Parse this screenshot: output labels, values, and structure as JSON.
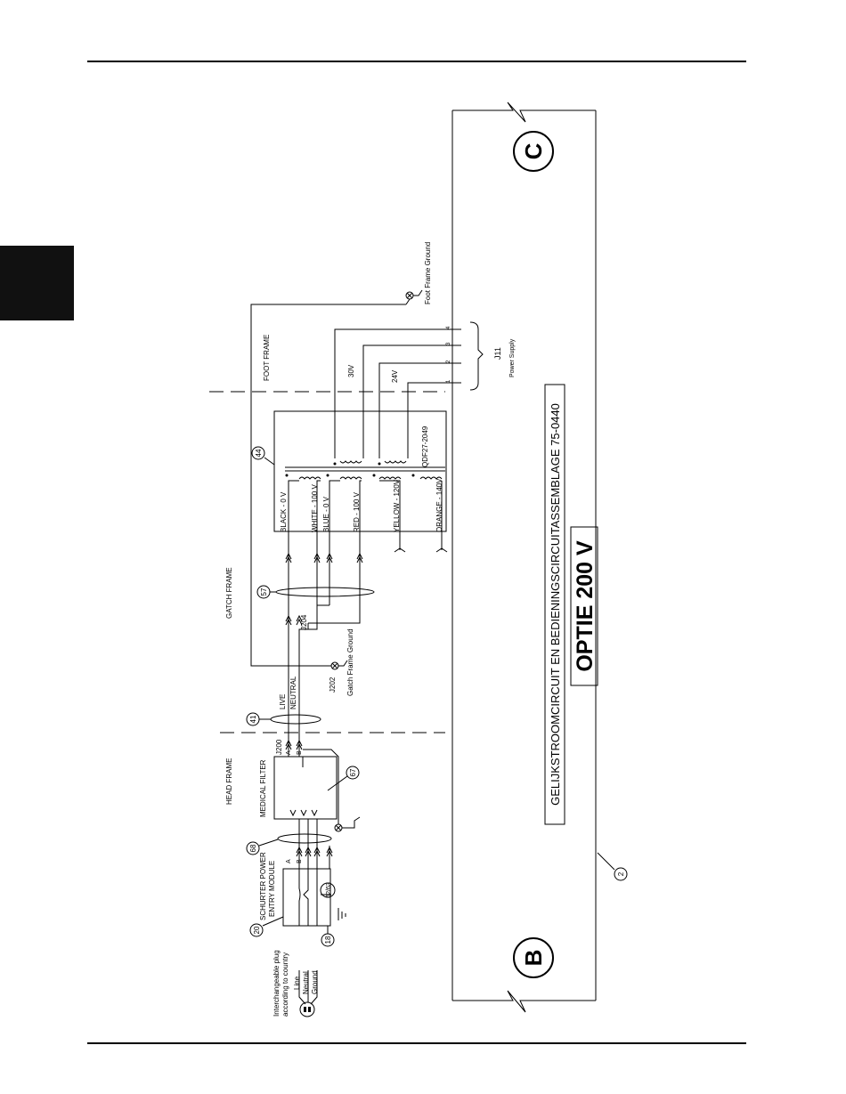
{
  "sheet": {
    "side_tab_color": "#111111"
  },
  "diagram": {
    "title_main": "OPTIE 200 V",
    "title_sub": "GELIJKSTROOMCIRCUIT EN BEDIENINGSCIRCUITASSEMBLAGE 75-0440",
    "connector_b": "B",
    "connector_c": "C",
    "frames": {
      "head": "HEAD FRAME",
      "gatch": "GATCH FRAME",
      "foot": "FOOT FRAME"
    },
    "modules": {
      "medical_filter": "MEDICAL FILTER",
      "schurter_line1": "SCHURTER POWER",
      "schurter_line2": "ENTRY MODULE",
      "transformer": "QDF27-2049"
    },
    "plug": {
      "line1": "Interchangeable plug",
      "line2": "according to country",
      "line": "Line",
      "neutral": "Neutral",
      "ground": "Ground"
    },
    "connectors": {
      "j200": "J200",
      "j202": "J202",
      "j204": "J204",
      "j11": "J11",
      "j11_sub": "Power Supply",
      "j11_pins": [
        "4",
        "3",
        "2",
        "1"
      ],
      "a": "A",
      "b": "B"
    },
    "wires": {
      "live": "LIVE",
      "neutral": "NEUTRAL",
      "gatch_ground": "Gatch Frame Ground",
      "foot_ground": "Foot Frame Ground",
      "v30": "30V",
      "v24": "24V"
    },
    "taps": [
      "BLACK - 0 V",
      "WHITE - 100 V",
      "BLUE - 0 V",
      "RED - 100 V",
      "YELLOW - 120V",
      "ORANGE - 140V"
    ],
    "callouts": [
      "2",
      "18",
      "20",
      "41",
      "44",
      "57",
      "62/63",
      "67",
      "68"
    ]
  }
}
